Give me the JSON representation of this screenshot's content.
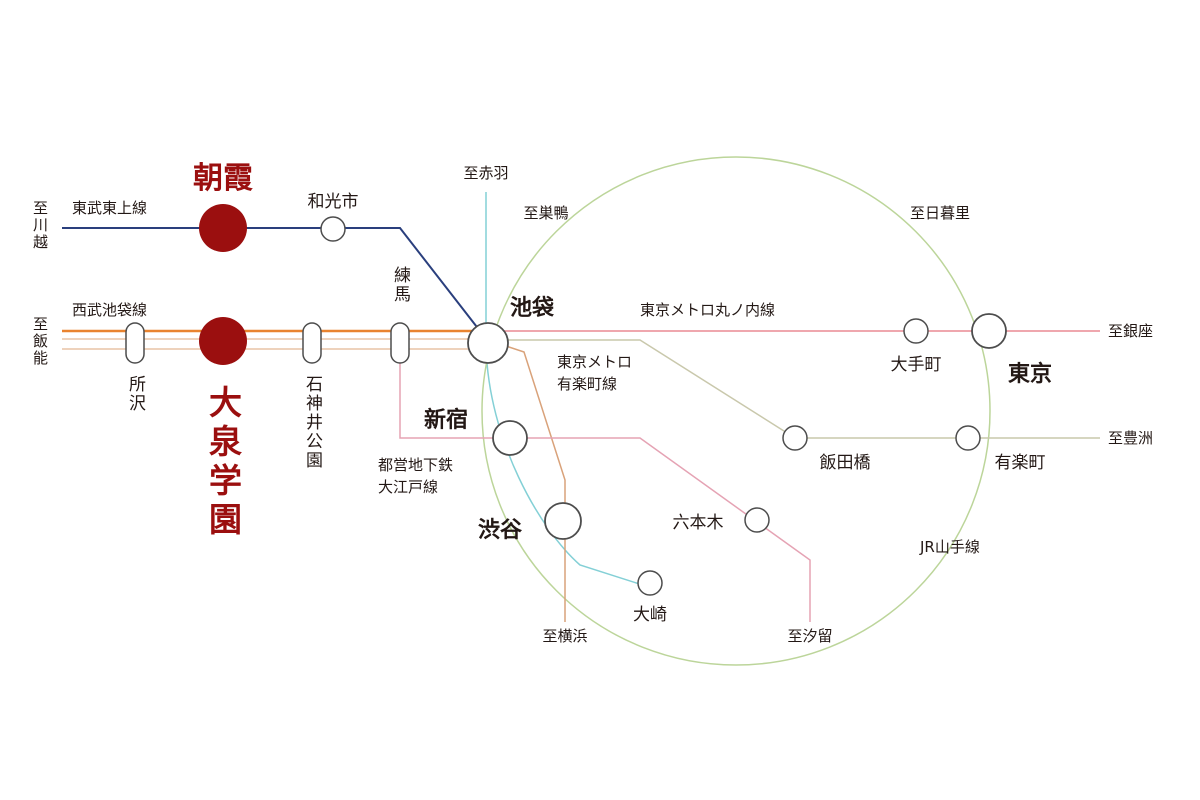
{
  "colors": {
    "tobu_tojo": "#2a3f7d",
    "seibu_ikebukuro": "#e9832f",
    "seibu_sub_line": "#e8c3a6",
    "oedo": "#e5a3b4",
    "marunouchi": "#ea8a94",
    "yurakucho": "#c9c8ac",
    "yamanote": "#bcd59a",
    "saikyo": "#84d0d6",
    "tokyu": "#d9a27a",
    "highlight_station": "#9b0f0f",
    "text": "#231815"
  },
  "lines": {
    "tobu_tojo": "東武東上線",
    "seibu_ikebukuro": "西武池袋線",
    "marunouchi": "東京メトロ丸ノ内線",
    "yurakucho": [
      "東京メトロ",
      "有楽町線"
    ],
    "oedo": [
      "都営地下鉄",
      "大江戸線"
    ],
    "yamanote": "JR山手線"
  },
  "destinations": {
    "kawagoe": "至川越",
    "hanno": "至飯能",
    "akabane": "至赤羽",
    "sugamo": "至巣鴨",
    "nippori": "至日暮里",
    "ginza": "至銀座",
    "toyosu": "至豊洲",
    "yokohama": "至横浜",
    "shiodome": "至汐留"
  },
  "stations": {
    "asaka": "朝霞",
    "oizumigakuen": "大泉学園",
    "wakoshi": "和光市",
    "nerima": "練馬",
    "tokorozawa": "所沢",
    "shakujiikoen": "石神井公園",
    "ikebukuro": "池袋",
    "shinjuku": "新宿",
    "shibuya": "渋谷",
    "osaki": "大崎",
    "roppongi": "六本木",
    "iidabashi": "飯田橋",
    "otemachi": "大手町",
    "tokyo": "東京",
    "yurakucho": "有楽町"
  }
}
